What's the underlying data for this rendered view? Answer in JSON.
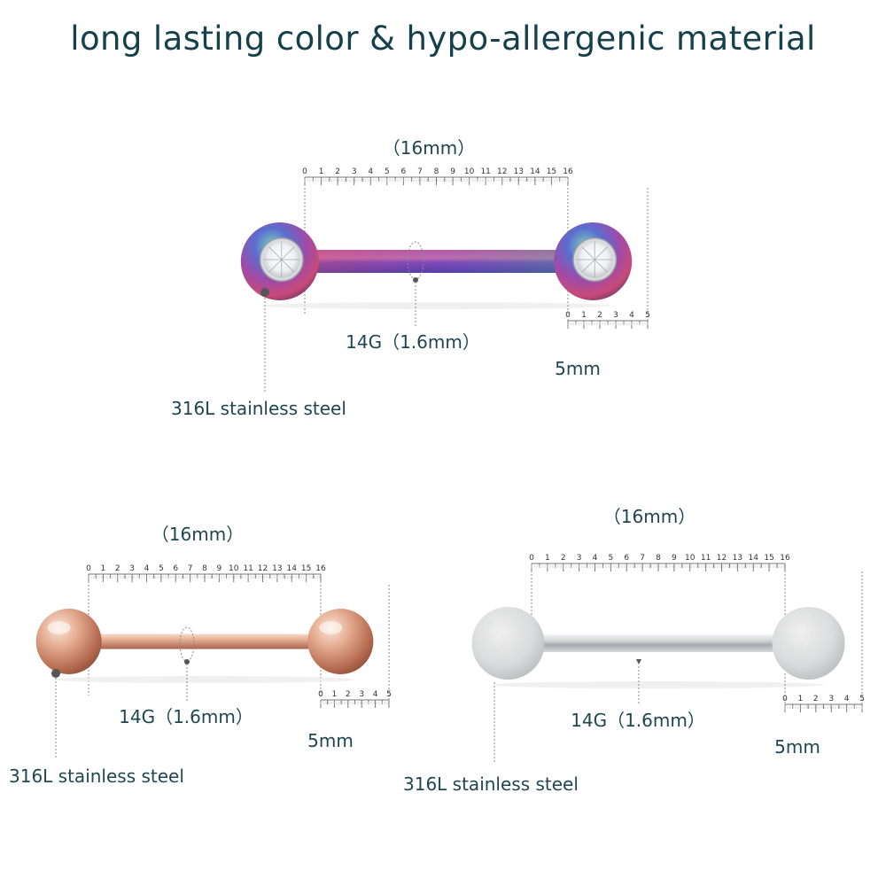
{
  "headline": "long lasting color & hypo-allergenic material",
  "products": [
    {
      "finish": "rainbow",
      "length_label": "（16mm）",
      "gauge_label": "14G（1.6mm）",
      "ball_label": "5mm",
      "material_label": "316L stainless steel",
      "ball_style": "gem",
      "length_ticks": [
        0,
        1,
        2,
        3,
        4,
        5,
        6,
        7,
        8,
        9,
        10,
        11,
        12,
        13,
        14,
        15,
        16
      ],
      "ball_ticks": [
        0,
        1,
        2,
        3,
        4,
        5
      ]
    },
    {
      "finish": "rose-gold",
      "length_label": "（16mm）",
      "gauge_label": "14G（1.6mm）",
      "ball_label": "5mm",
      "material_label": "316L stainless steel",
      "ball_style": "polished",
      "length_ticks": [
        0,
        1,
        2,
        3,
        4,
        5,
        6,
        7,
        8,
        9,
        10,
        11,
        12,
        13,
        14,
        15,
        16
      ],
      "ball_ticks": [
        0,
        1,
        2,
        3,
        4,
        5
      ]
    },
    {
      "finish": "silver",
      "length_label": "（16mm）",
      "gauge_label": "14G（1.6mm）",
      "ball_label": "5mm",
      "material_label": "316L stainless steel",
      "ball_style": "frosted",
      "length_ticks": [
        0,
        1,
        2,
        3,
        4,
        5,
        6,
        7,
        8,
        9,
        10,
        11,
        12,
        13,
        14,
        15,
        16
      ],
      "ball_ticks": [
        0,
        1,
        2,
        3,
        4,
        5
      ]
    }
  ],
  "colors": {
    "text": "#1f4650",
    "rainbow": [
      "#3fae9a",
      "#5a5fc8",
      "#b23a8a",
      "#c2406a",
      "#7b3fb0"
    ],
    "rose_gold": [
      "#f6d6c6",
      "#d59a80",
      "#a8624a"
    ],
    "silver": [
      "#f4f4f4",
      "#cfd1d3",
      "#9a9c9e"
    ]
  }
}
